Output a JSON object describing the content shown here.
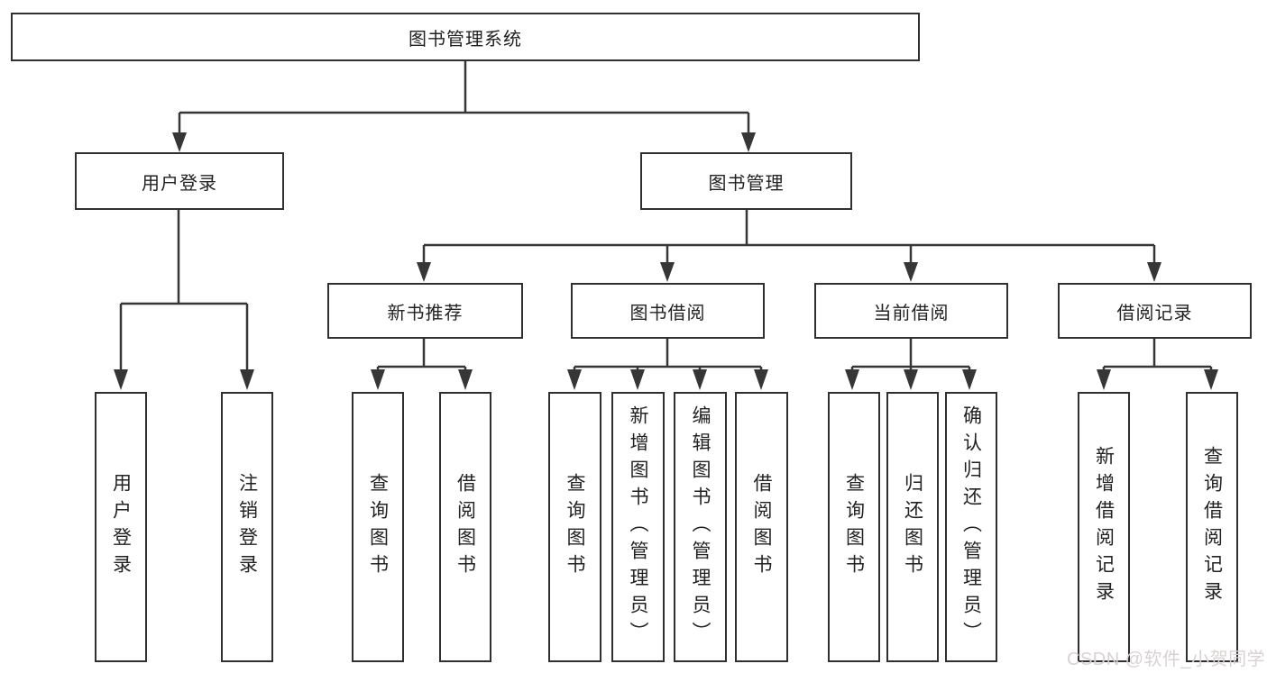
{
  "nodes": {
    "root": "图书管理系统",
    "user_login": "用户登录",
    "book_management": "图书管理",
    "new_book_recommend": "新书推荐",
    "book_borrow": "图书借阅",
    "current_borrow": "当前借阅",
    "borrow_record": "借阅记录"
  },
  "leaves": {
    "user_login": [
      "用户登录",
      "注销登录"
    ],
    "new_book_recommend": [
      "查询图书",
      "借阅图书"
    ],
    "book_borrow": [
      "查询图书",
      "新增图书（管理员）",
      "编辑图书（管理员）",
      "借阅图书"
    ],
    "current_borrow": [
      "查询图书",
      "归还图书",
      "确认归还（管理员）"
    ],
    "borrow_record": [
      "新增借阅记录",
      "查询借阅记录"
    ]
  },
  "watermark": "CSDN @软件_小贺同学",
  "colors": {
    "line": "#363636",
    "border": "#303030",
    "text": "#222222",
    "background": "#ffffff",
    "watermark": "#d8d2d2"
  }
}
